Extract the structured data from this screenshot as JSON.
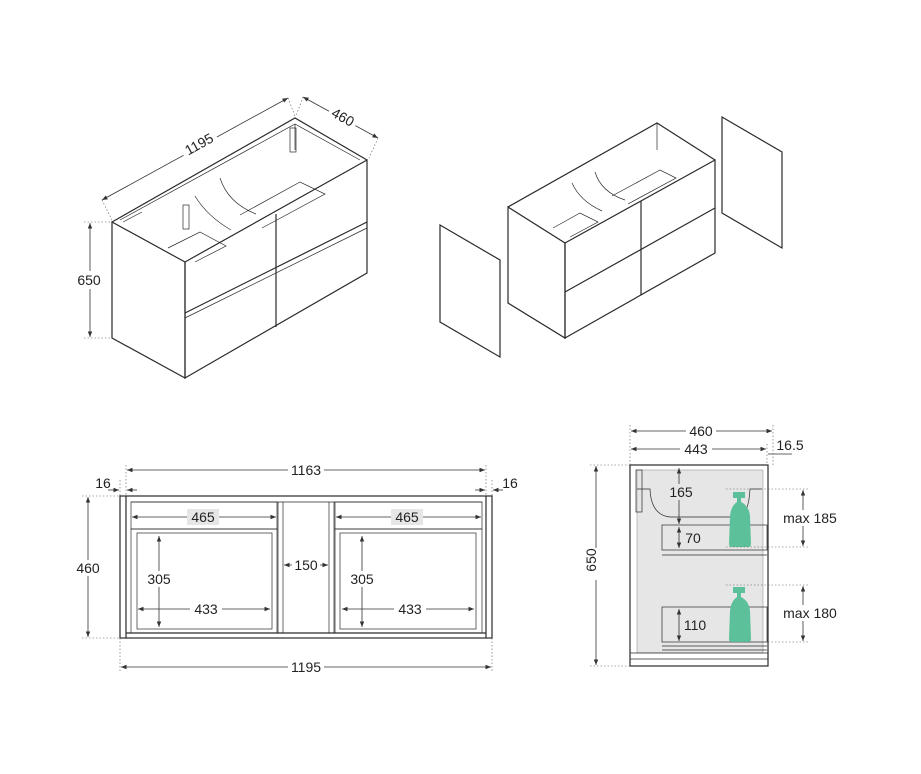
{
  "colors": {
    "line": "#2a2a2a",
    "panel_fill": "#e6e6e6",
    "bottle": "#5cc19a"
  },
  "iso_view": {
    "width": "1195",
    "depth": "460",
    "height": "650"
  },
  "front_view": {
    "inner_width": "1163",
    "side_left": "16",
    "side_right": "16",
    "height": "460",
    "overall_width": "1195",
    "drawer_left": {
      "width_top": "465",
      "height": "305",
      "width_inner": "433"
    },
    "drawer_right": {
      "width_top": "465",
      "height": "305",
      "width_inner": "433"
    },
    "center_gap": "150"
  },
  "side_view": {
    "depth": "460",
    "inner_depth": "443",
    "panel": "16.5",
    "height": "650",
    "top_clearance": "165",
    "top_drawer": "70",
    "bottom_drawer": "110",
    "max_top": "max 185",
    "max_bottom": "max 180"
  }
}
